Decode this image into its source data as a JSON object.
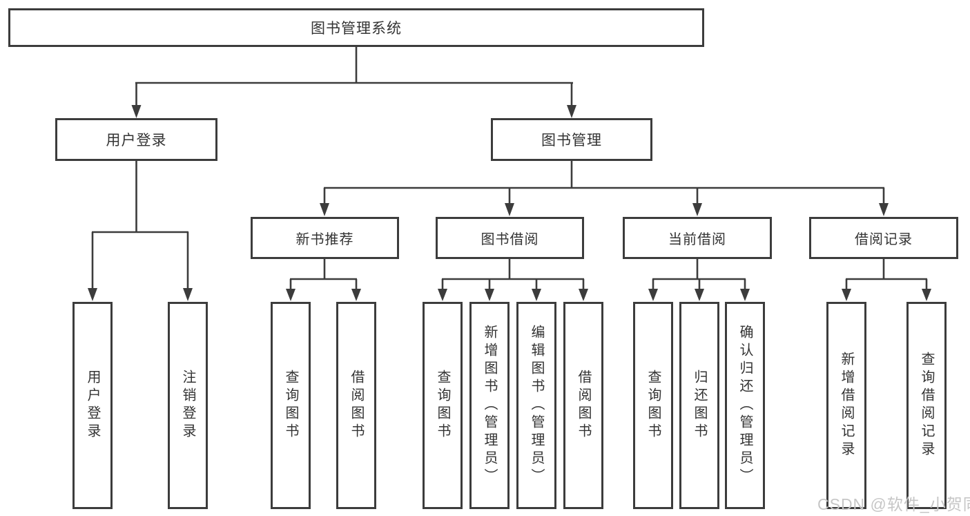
{
  "root": {
    "label": "图书管理系统"
  },
  "level2": [
    {
      "label": "用户登录"
    },
    {
      "label": "图书管理"
    }
  ],
  "level3": [
    {
      "label": "新书推荐"
    },
    {
      "label": "图书借阅"
    },
    {
      "label": "当前借阅"
    },
    {
      "label": "借阅记录"
    }
  ],
  "leaves": [
    {
      "label": "用户登录"
    },
    {
      "label": "注销登录"
    },
    {
      "label": "查询图书"
    },
    {
      "label": "借阅图书"
    },
    {
      "label": "查询图书"
    },
    {
      "label": "新增图书（管理员）"
    },
    {
      "label": "编辑图书（管理员）"
    },
    {
      "label": "借阅图书"
    },
    {
      "label": "查询图书"
    },
    {
      "label": "归还图书"
    },
    {
      "label": "确认归还（管理员）"
    },
    {
      "label": "新增借阅记录"
    },
    {
      "label": "查询借阅记录"
    }
  ],
  "watermark": {
    "text": "CSDN @软件_小贺同学"
  },
  "colors": {
    "line": "#3c3c3c",
    "box_border": "#3c3c3c",
    "text": "#333333",
    "watermark": "#c6c6c6",
    "background": "#ffffff"
  }
}
